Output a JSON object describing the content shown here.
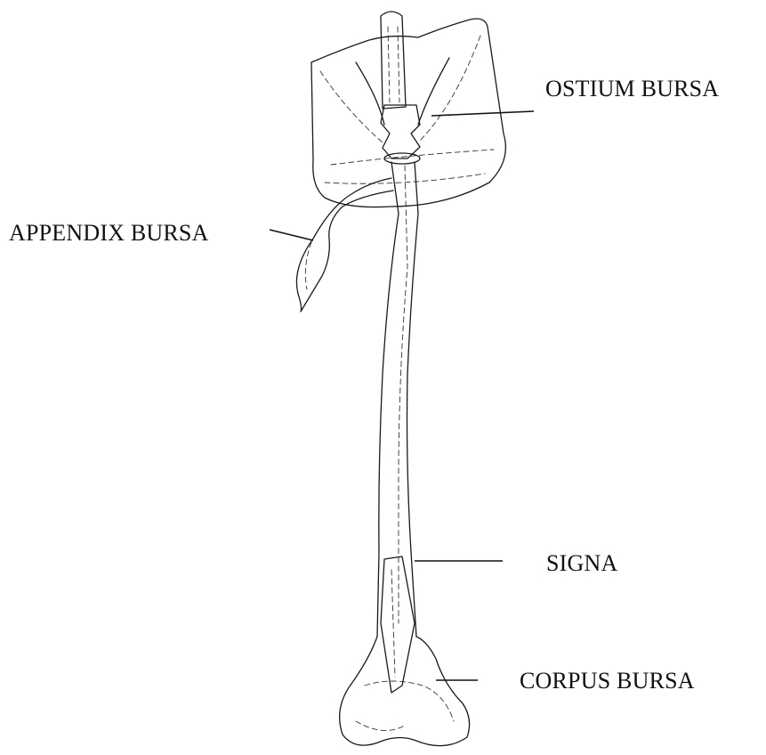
{
  "labels": {
    "ostium_bursa": "OSTIUM BURSA",
    "appendix_bursa": "APPENDIX BURSA",
    "signa": "SIGNA",
    "corpus_bursa": "CORPUS BURSA"
  }
}
